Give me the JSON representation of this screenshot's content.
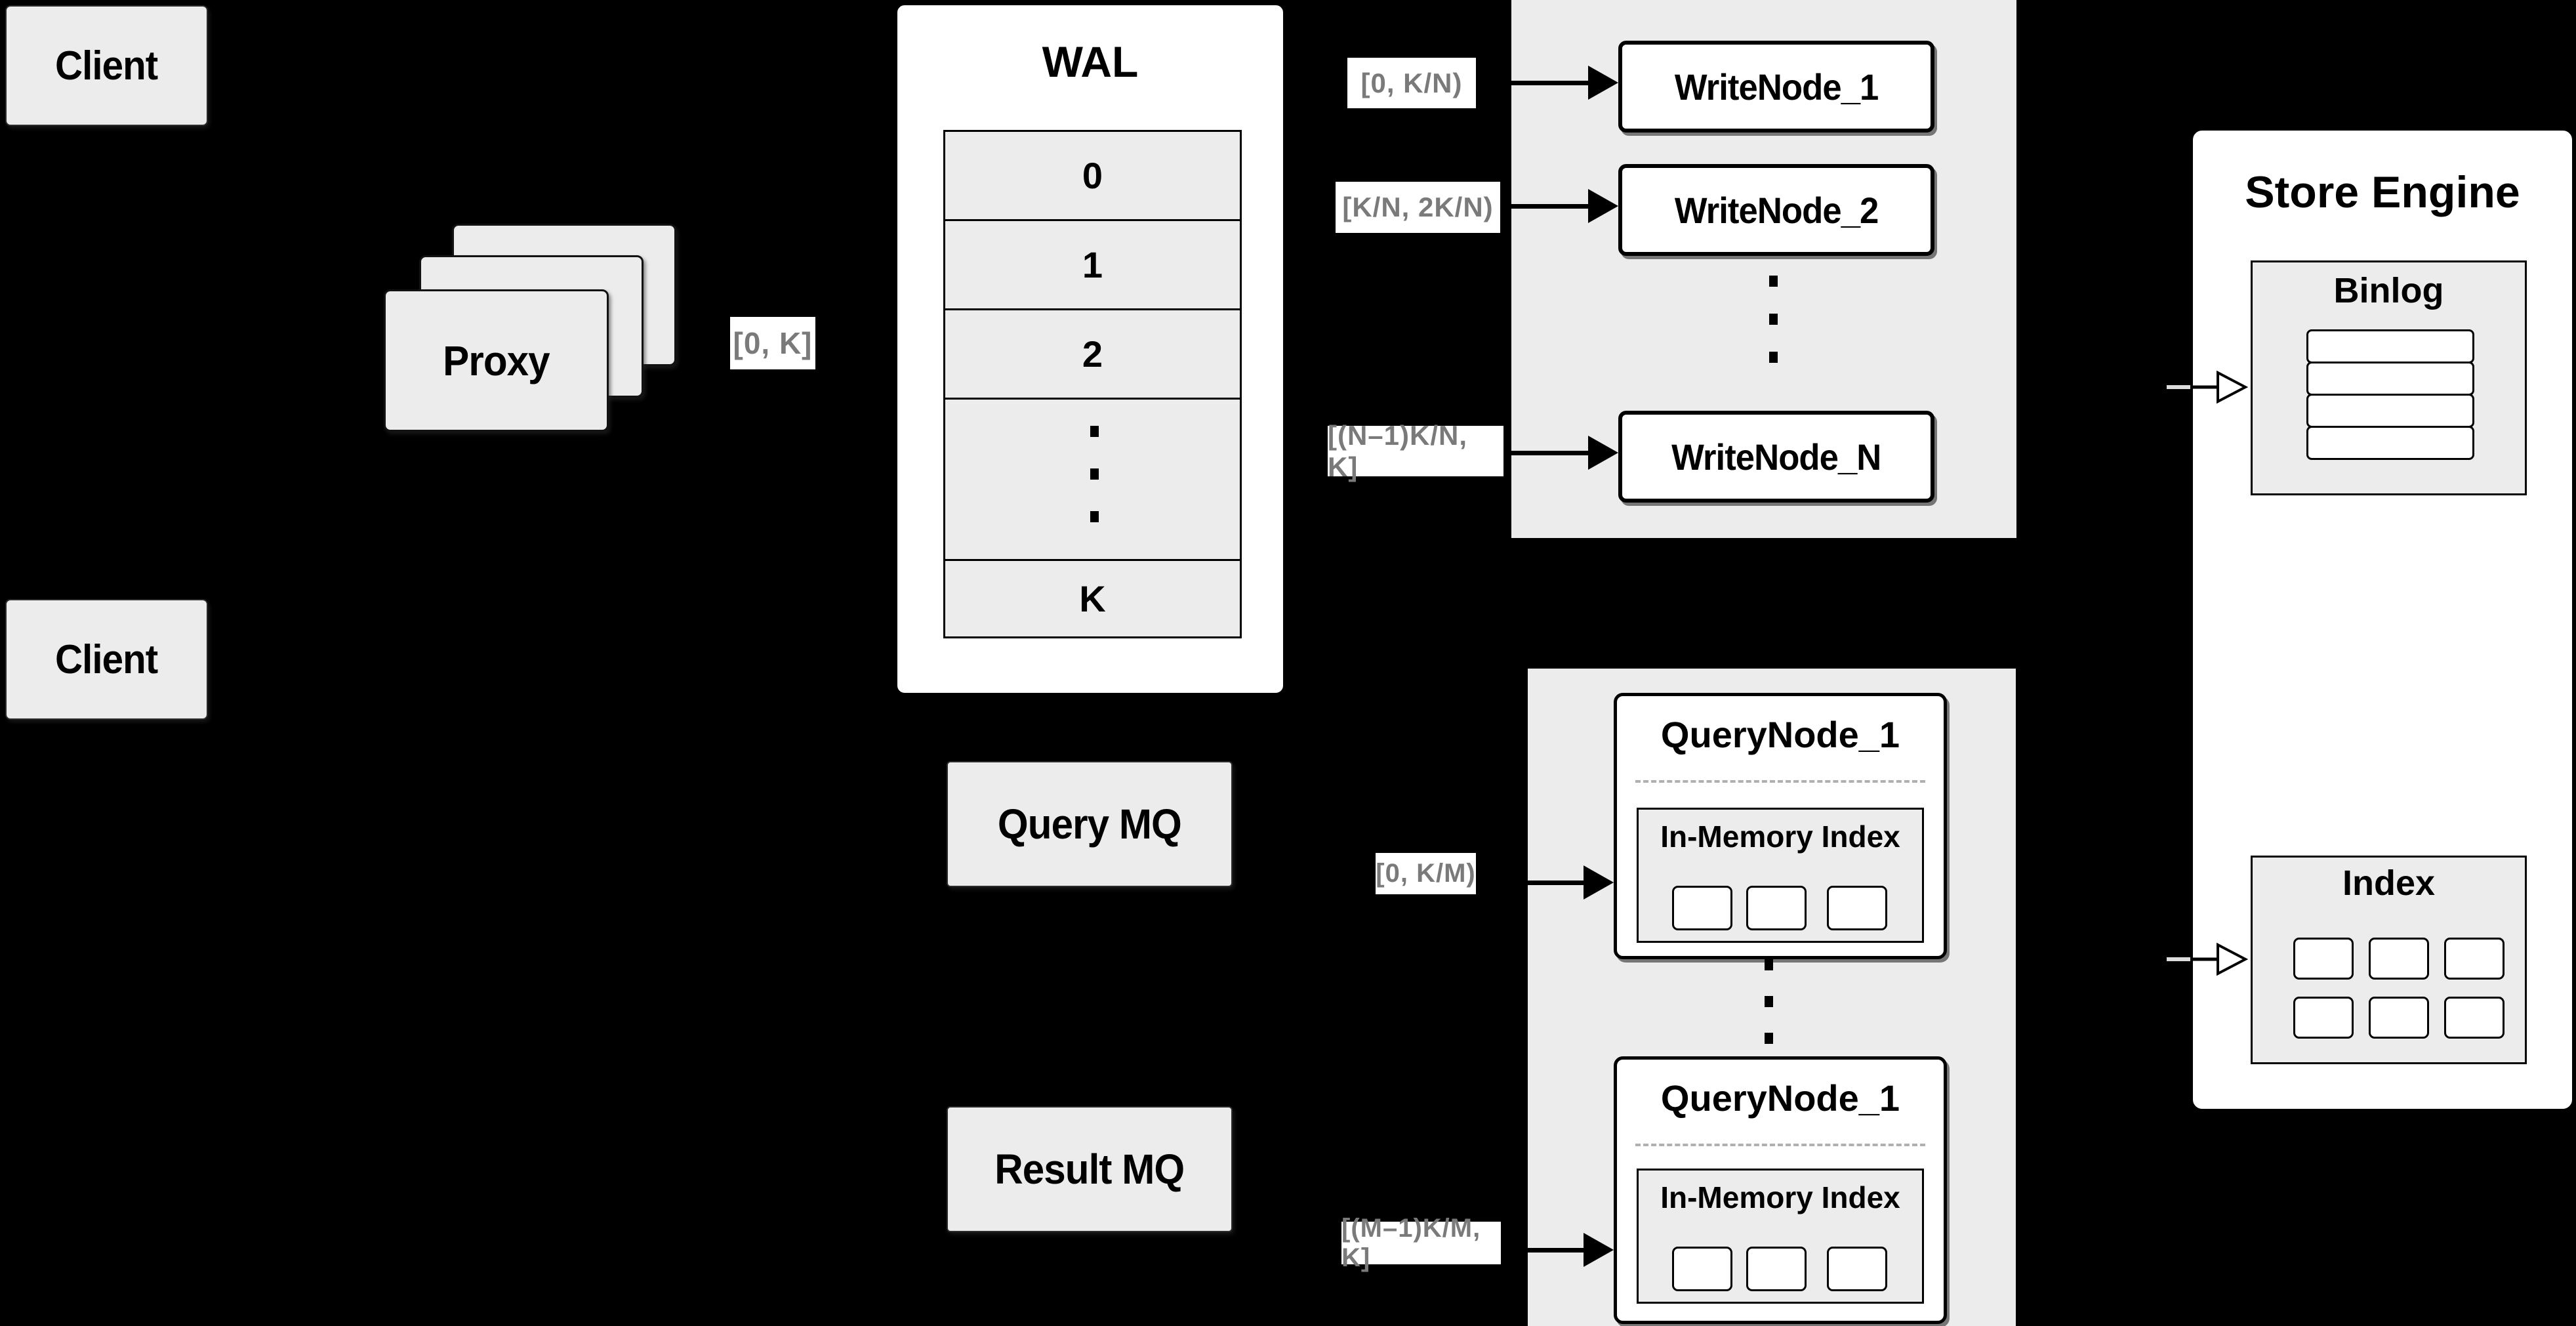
{
  "colors": {
    "background": "#000000",
    "panel_gray": "#ececec",
    "node_white": "#ffffff",
    "border_black": "#000000",
    "range_label_text": "#7a7a7a",
    "dashed_divider": "#b0b0b0"
  },
  "clients": {
    "top_label": "Client",
    "bottom_label": "Client"
  },
  "proxy": {
    "label": "Proxy"
  },
  "wal": {
    "title": "WAL",
    "cells": [
      "0",
      "1",
      "2",
      "K"
    ]
  },
  "ranges": {
    "proxy_out": "[0, K]",
    "write_1": "[0, K/N)",
    "write_2": "[K/N, 2K/N)",
    "write_n": "[(N–1)K/N, K]",
    "query_1": "[0, K/M)",
    "query_m": "[(M–1)K/M, K]"
  },
  "write_nodes": {
    "node_1": "WriteNode_1",
    "node_2": "WriteNode_2",
    "node_n": "WriteNode_N"
  },
  "mq": {
    "query_label": "Query MQ",
    "result_label": "Result MQ"
  },
  "query_nodes": {
    "node_1": {
      "title": "QueryNode_1",
      "inner_title": "In-Memory Index"
    },
    "node_2": {
      "title": "QueryNode_1",
      "inner_title": "In-Memory Index"
    }
  },
  "store_engine": {
    "title": "Store Engine",
    "binlog_title": "Binlog",
    "index_title": "Index"
  }
}
